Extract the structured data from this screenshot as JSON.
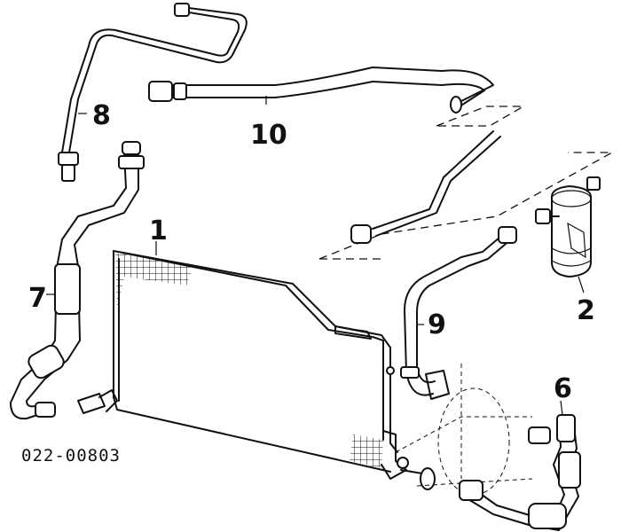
{
  "diagram": {
    "reference_code": "022-00803",
    "callouts": [
      {
        "id": "c1",
        "number": "1"
      },
      {
        "id": "c2",
        "number": "2"
      },
      {
        "id": "c6",
        "number": "6"
      },
      {
        "id": "c7",
        "number": "7"
      },
      {
        "id": "c8",
        "number": "8"
      },
      {
        "id": "c9",
        "number": "9"
      },
      {
        "id": "c10",
        "number": "10"
      }
    ]
  }
}
